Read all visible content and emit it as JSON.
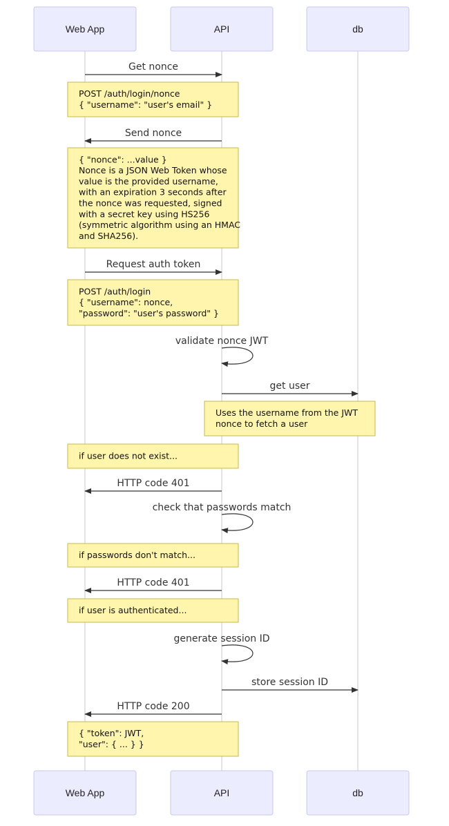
{
  "participants": [
    {
      "id": "web",
      "label": "Web App"
    },
    {
      "id": "api",
      "label": "API"
    },
    {
      "id": "db",
      "label": "db"
    }
  ],
  "events": [
    {
      "kind": "msg",
      "from": "web",
      "to": "api",
      "label": "Get nonce"
    },
    {
      "kind": "note",
      "over": "web-api",
      "lines": [
        "POST /auth/login/nonce",
        "{ \"username\": \"user's email\" }"
      ]
    },
    {
      "kind": "msg",
      "from": "api",
      "to": "web",
      "label": "Send nonce"
    },
    {
      "kind": "note",
      "over": "web-api",
      "lines": [
        "{ \"nonce\": ...value }",
        "Nonce is a JSON Web Token whose",
        "value is the provided username,",
        "with an expiration 3 seconds after",
        "the nonce was requested, signed",
        "with a secret key using HS256",
        "(symmetric algorithm using an HMAC",
        "and SHA256)."
      ]
    },
    {
      "kind": "msg",
      "from": "web",
      "to": "api",
      "label": "Request auth token"
    },
    {
      "kind": "note",
      "over": "web-api",
      "lines": [
        "POST /auth/login",
        "{ \"username\": nonce,",
        "\"password\": \"user's password\" }"
      ]
    },
    {
      "kind": "self",
      "at": "api",
      "label": "validate nonce JWT"
    },
    {
      "kind": "msg",
      "from": "api",
      "to": "db",
      "label": "get user"
    },
    {
      "kind": "note",
      "over": "api-db",
      "lines": [
        "Uses the username from the JWT",
        "nonce to fetch a user"
      ]
    },
    {
      "kind": "note",
      "over": "web-api",
      "lines": [
        "if user does not exist..."
      ]
    },
    {
      "kind": "msg",
      "from": "api",
      "to": "web",
      "label": "HTTP code 401"
    },
    {
      "kind": "self",
      "at": "api",
      "label": "check that passwords match"
    },
    {
      "kind": "note",
      "over": "web-api",
      "lines": [
        "if passwords don't match..."
      ]
    },
    {
      "kind": "msg",
      "from": "api",
      "to": "web",
      "label": "HTTP code 401"
    },
    {
      "kind": "note",
      "over": "web-api",
      "lines": [
        "if user is authenticated..."
      ]
    },
    {
      "kind": "self",
      "at": "api",
      "label": "generate session ID"
    },
    {
      "kind": "msg",
      "from": "api",
      "to": "db",
      "label": "store session ID"
    },
    {
      "kind": "msg",
      "from": "api",
      "to": "web",
      "label": "HTTP code 200"
    },
    {
      "kind": "note",
      "over": "web-api",
      "lines": [
        "{ \"token\": JWT,",
        "\"user\": { ... } }"
      ]
    }
  ],
  "colors": {
    "actor_fill": "#ececff",
    "actor_stroke": "#c9c9ee",
    "note_fill": "#fff5ad",
    "note_stroke": "#c8b84a",
    "line": "#333333",
    "lifeline": "#c8c8c8"
  }
}
